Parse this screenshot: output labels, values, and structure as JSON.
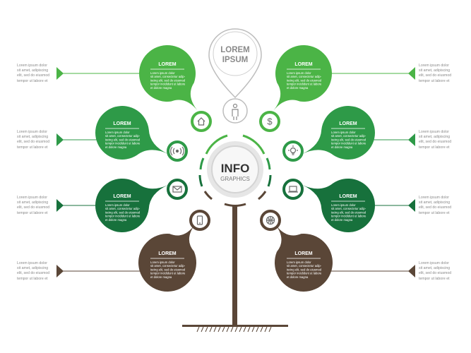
{
  "top_badge": {
    "line1": "LOREM",
    "line2": "IPSUM"
  },
  "center": {
    "title": "INFO",
    "subtitle": "GRAPHICS"
  },
  "side_text": "Lorem ipsum dolor\nsit amet, adipiscing\nelit, sed do eiusmod\ntempor ut labore et",
  "colors": {
    "light_green": "#4bb446",
    "green": "#2e9a48",
    "mid_green": "#1e8a44",
    "dark_green": "#17713c",
    "brown": "#5a4637",
    "grey": "#cfcfcf"
  },
  "petals": [
    {
      "id": "top-left",
      "title": "LOREM",
      "body": [
        "Lorem ipsum dolor",
        "sit amet, consectetur adip-",
        "iscing elit, sed do eiusmod",
        "tempor incididunt ut labore",
        "et dolore magna"
      ],
      "icon": "home-icon",
      "color": "light_green"
    },
    {
      "id": "top-right",
      "title": "LOREM",
      "body": [
        "Lorem ipsum dolor",
        "sit amet, consectetur adip-",
        "iscing elit, sed do eiusmod",
        "tempor incididunt ut labore",
        "et dolore magna"
      ],
      "icon": "dollar-icon",
      "color": "light_green"
    },
    {
      "id": "mid-left",
      "title": "LOREM",
      "body": [
        "Lorem ipsum dolor",
        "sit amet, consectetur adip-",
        "iscing elit, sed do eiusmod",
        "tempor incididunt ut labore",
        "et dolore magna"
      ],
      "icon": "wireless-icon",
      "color": "green"
    },
    {
      "id": "mid-right",
      "title": "LOREM",
      "body": [
        "Lorem ipsum dolor",
        "sit amet, consectetur adip-",
        "iscing elit, sed do eiusmod",
        "tempor incididunt ut labore",
        "et dolore magna"
      ],
      "icon": "lightbulb-icon",
      "color": "green"
    },
    {
      "id": "low-left",
      "title": "LOREM",
      "body": [
        "Lorem ipsum dolor",
        "sit amet, consectetur adip-",
        "iscing elit, sed do eiusmod",
        "tempor incididunt ut labore",
        "et dolore magna"
      ],
      "icon": "mail-icon",
      "color": "dark_green"
    },
    {
      "id": "low-right",
      "title": "LOREM",
      "body": [
        "Lorem ipsum dolor",
        "sit amet, consectetur adip-",
        "iscing elit, sed do eiusmod",
        "tempor incididunt ut labore",
        "et dolore magna"
      ],
      "icon": "laptop-icon",
      "color": "dark_green"
    },
    {
      "id": "bottom-left",
      "title": "LOREM",
      "body": [
        "Lorem ipsum dolor",
        "sit amet, consectetur adip-",
        "iscing elit, sed do eiusmod",
        "tempor incididunt ut labore",
        "et dolore magna"
      ],
      "icon": "phone-icon",
      "color": "brown"
    },
    {
      "id": "bottom-right",
      "title": "LOREM",
      "body": [
        "Lorem ipsum dolor",
        "sit amet, consectetur adip-",
        "iscing elit, sed do eiusmod",
        "tempor incididunt ut labore",
        "et dolore magna"
      ],
      "icon": "basketball-icon",
      "color": "brown"
    }
  ]
}
